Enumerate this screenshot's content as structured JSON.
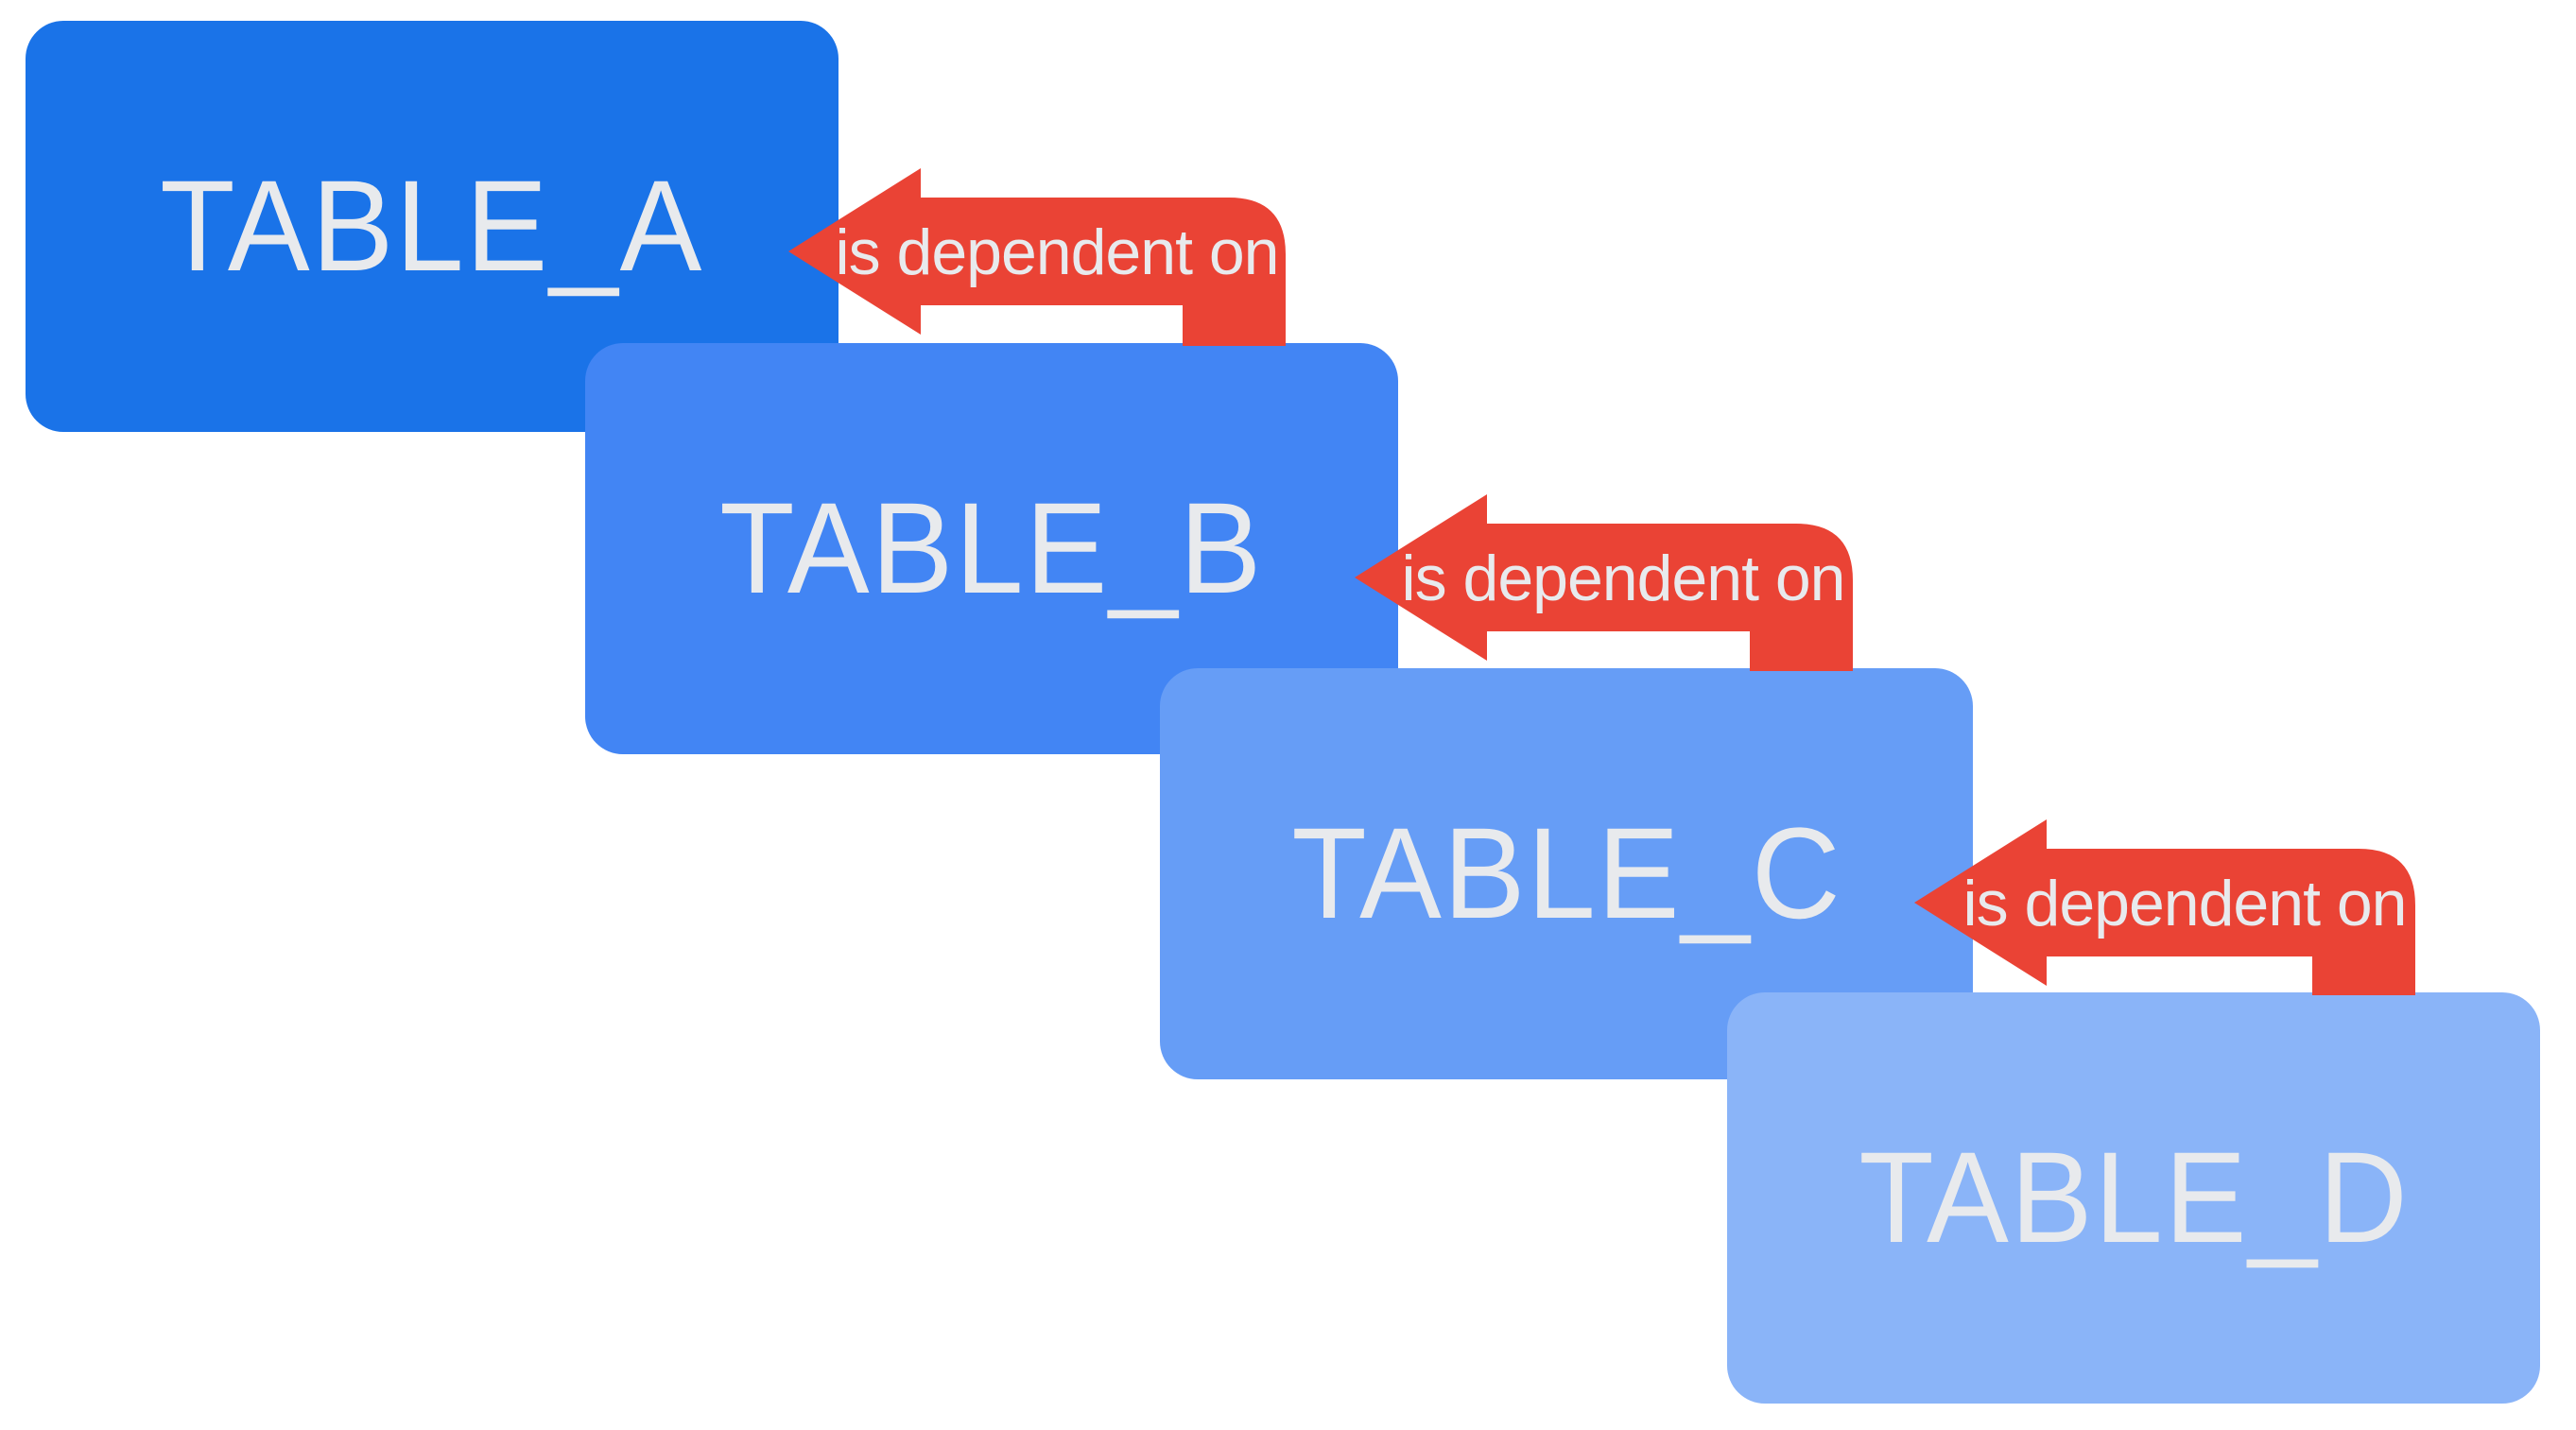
{
  "canvas": {
    "background": "#ffffff"
  },
  "palette": {
    "label_text": "#e8eaed",
    "arrow_red": "#ea4335"
  },
  "boxes": [
    {
      "id": "table_a",
      "label": "TABLE_A",
      "color": "#1a73e8"
    },
    {
      "id": "table_b",
      "label": "TABLE_B",
      "color": "#4285f4"
    },
    {
      "id": "table_c",
      "label": "TABLE_C",
      "color": "#669df6"
    },
    {
      "id": "table_d",
      "label": "TABLE_D",
      "color": "#8ab4f8"
    }
  ],
  "arrows": [
    {
      "label": "is dependent on",
      "from": "table_b",
      "to": "table_a"
    },
    {
      "label": "is dependent on",
      "from": "table_c",
      "to": "table_b"
    },
    {
      "label": "is dependent on",
      "from": "table_d",
      "to": "table_c"
    }
  ]
}
